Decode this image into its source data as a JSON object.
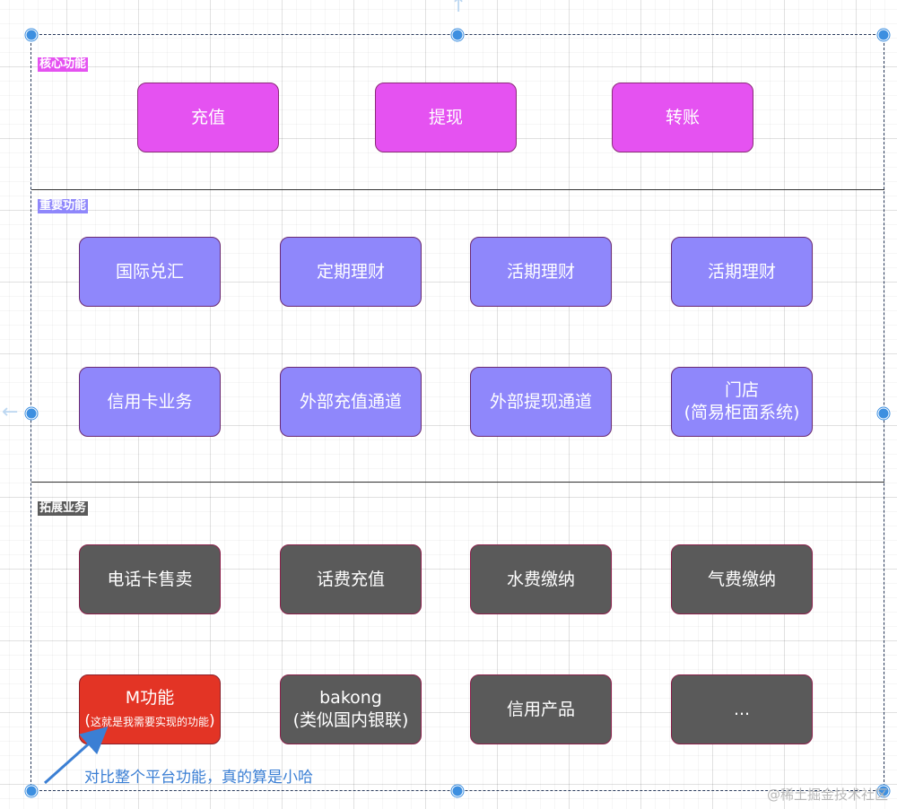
{
  "colors": {
    "core": "#e552f1",
    "important": "#8f87fb",
    "extend": "#5a5a5a",
    "highlight": "#e33425",
    "annotation": "#3b7fd4",
    "handle": "#3d8fe0"
  },
  "sections": {
    "core": {
      "label": "核心功能",
      "items": [
        "充值",
        "提现",
        "转账"
      ]
    },
    "important": {
      "label": "重要功能",
      "items": [
        "国际兑汇",
        "定期理财",
        "活期理财",
        "活期理财",
        "信用卡业务",
        "外部充值通道",
        "外部提现通道"
      ],
      "store": {
        "line1": "门店",
        "line2": "(简易柜面系统)"
      }
    },
    "extend": {
      "label": "拓展业务",
      "items": [
        "电话卡售卖",
        "话费充值",
        "水费缴纳",
        "气费缴纳"
      ],
      "m_feature": {
        "title": "M功能",
        "note_open": "(",
        "note": "这就是我需要实现的功能",
        "note_close": ")"
      },
      "bakong": {
        "line1": "bakong",
        "line2": "(类似国内银联)"
      },
      "credit_product": "信用产品",
      "more": "..."
    }
  },
  "annotation": "对比整个平台功能，真的算是小哈",
  "watermark": "@稀土掘金技术社区"
}
